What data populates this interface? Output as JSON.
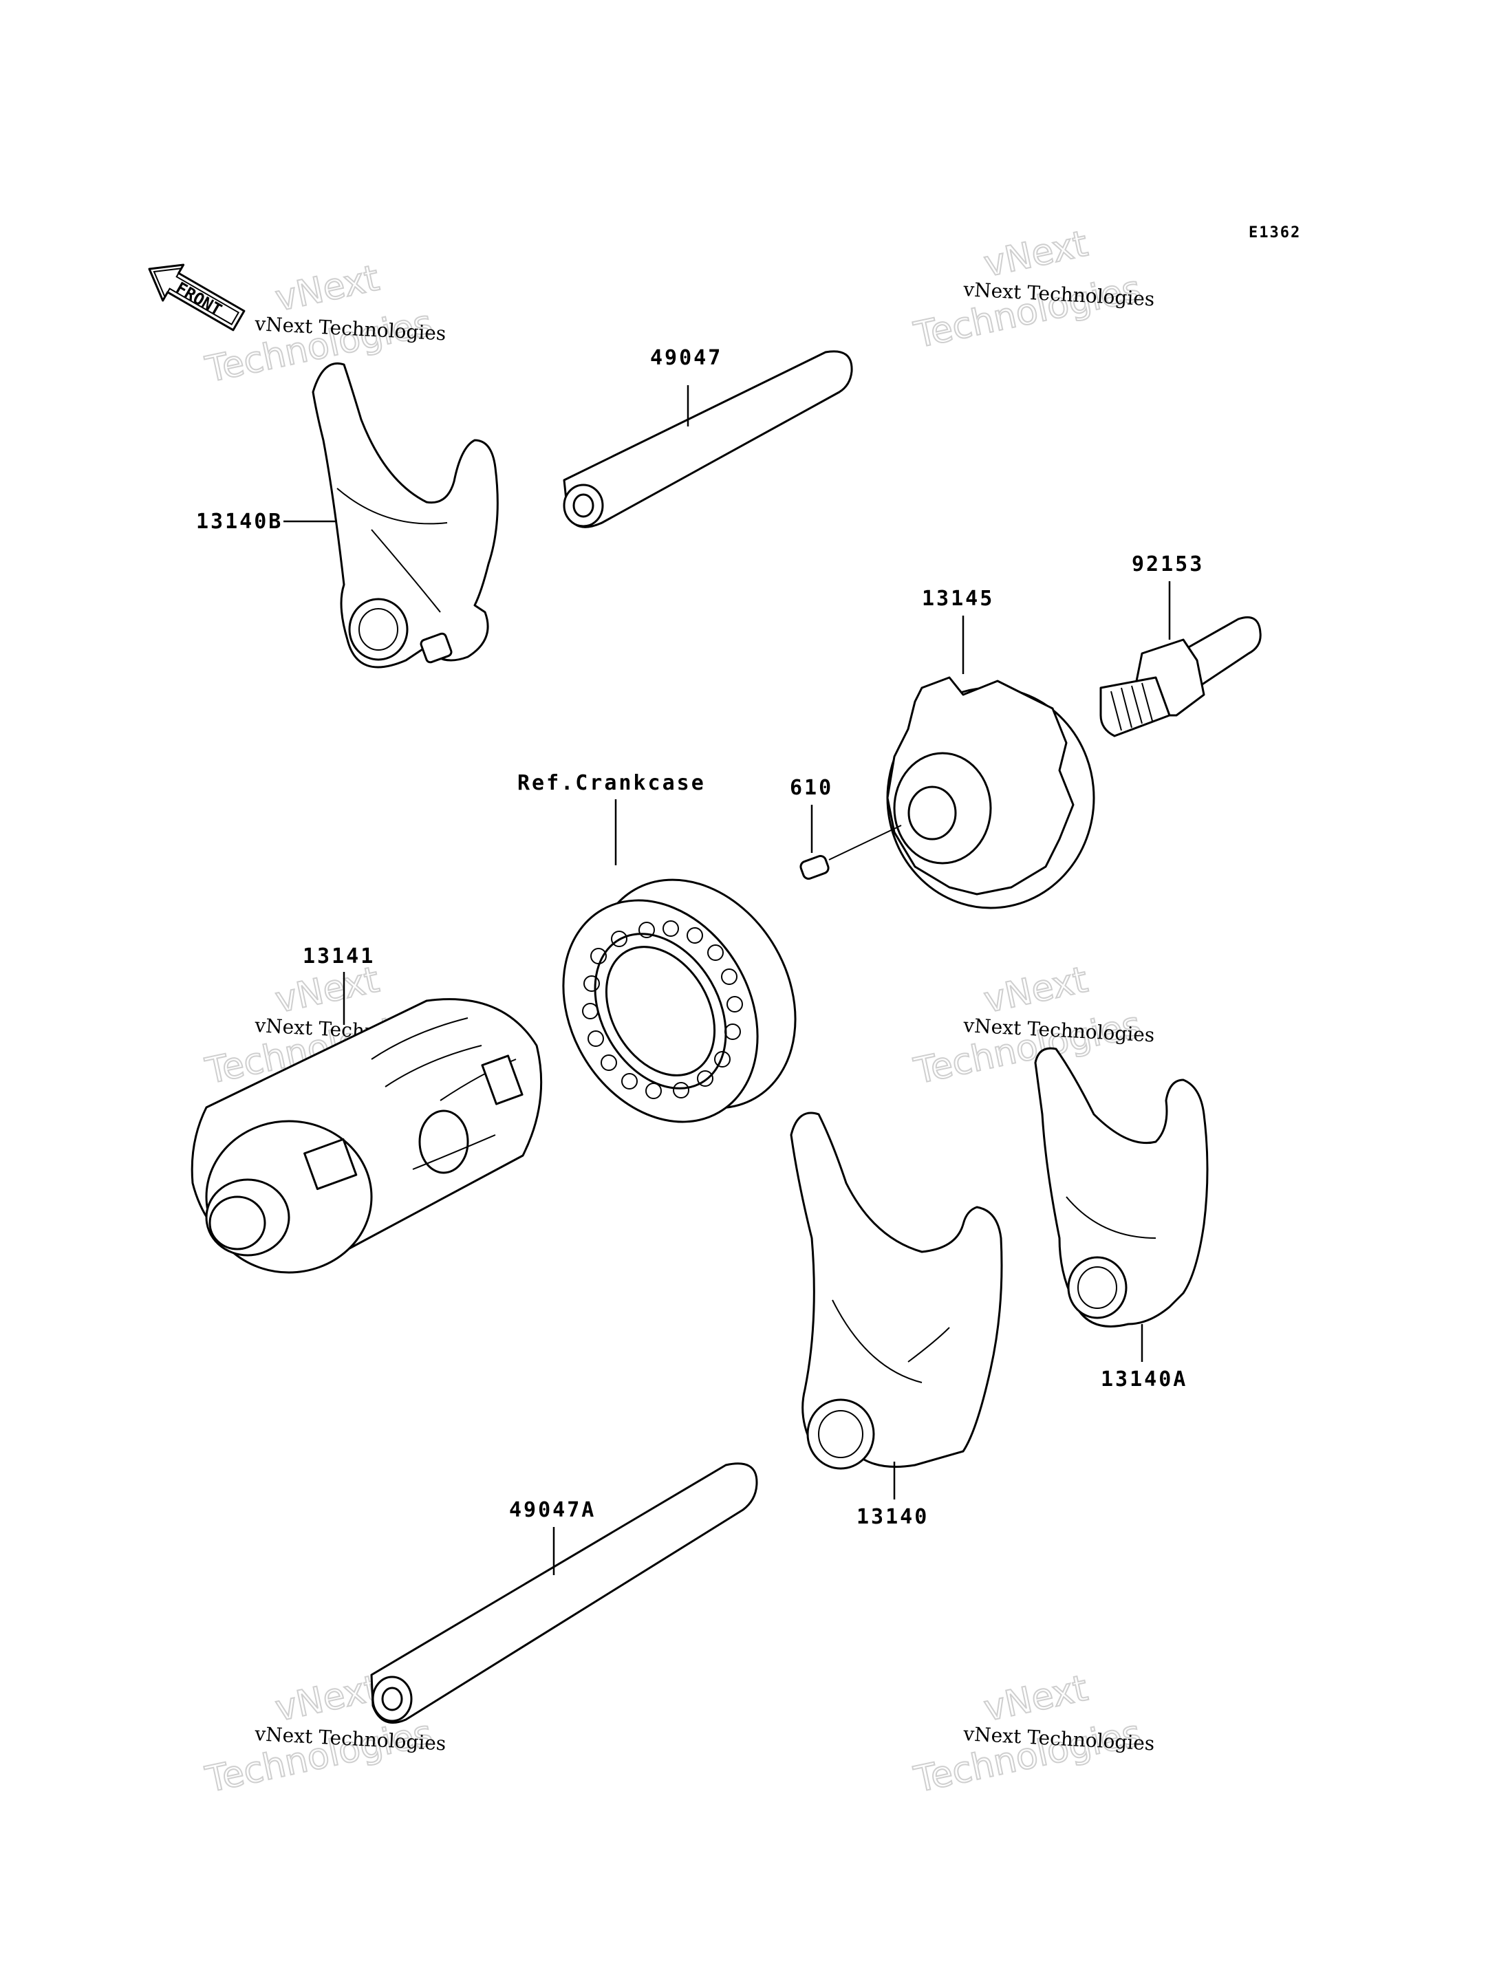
{
  "diagram_code": "E1362",
  "front_label": "FRONT",
  "parts": {
    "p13140B": "13140B",
    "p49047": "49047",
    "p13145": "13145",
    "p92153": "92153",
    "pRefCrankcase": "Ref.Crankcase",
    "p610": "610",
    "p13141": "13141",
    "p13140A": "13140A",
    "p13140": "13140",
    "p49047A": "49047A"
  },
  "watermark": {
    "line1": "vNext Technologies",
    "big1": "vNext",
    "big2": "Technologies"
  }
}
